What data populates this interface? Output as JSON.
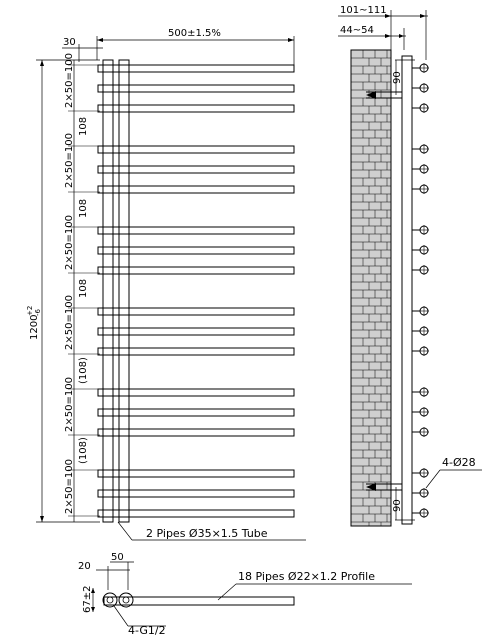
{
  "front_view": {
    "width_label": "500±1.5%",
    "left_offset_label": "30",
    "height_label": "1200",
    "height_tol_plus": "+2",
    "height_tol_minus": "-6",
    "group_spacing_labels": [
      "2×50=100",
      "2×50=100",
      "2×50=100",
      "2×50=100",
      "2×50=100",
      "2×50=100"
    ],
    "gap_labels": [
      "108",
      "108",
      "108",
      "(108)",
      "(108)"
    ]
  },
  "side_view": {
    "depth_label": "101~111",
    "wall_gap_label": "44~54",
    "top_bracket_label": "90",
    "bottom_bracket_label": "90",
    "holes_label": "4-Ø28"
  },
  "bottom_view": {
    "spacing_label": "50",
    "offset_label": "20",
    "connector_height_label": "67±2",
    "thread_label": "4-G1/2"
  },
  "callouts": {
    "tube": "2 Pipes Ø35×1.5 Tube",
    "profile": "18 Pipes Ø22×1.2 Profile"
  },
  "colors": {
    "line": "#000000",
    "brick": "#cfcfcf",
    "paper": "#ffffff"
  }
}
